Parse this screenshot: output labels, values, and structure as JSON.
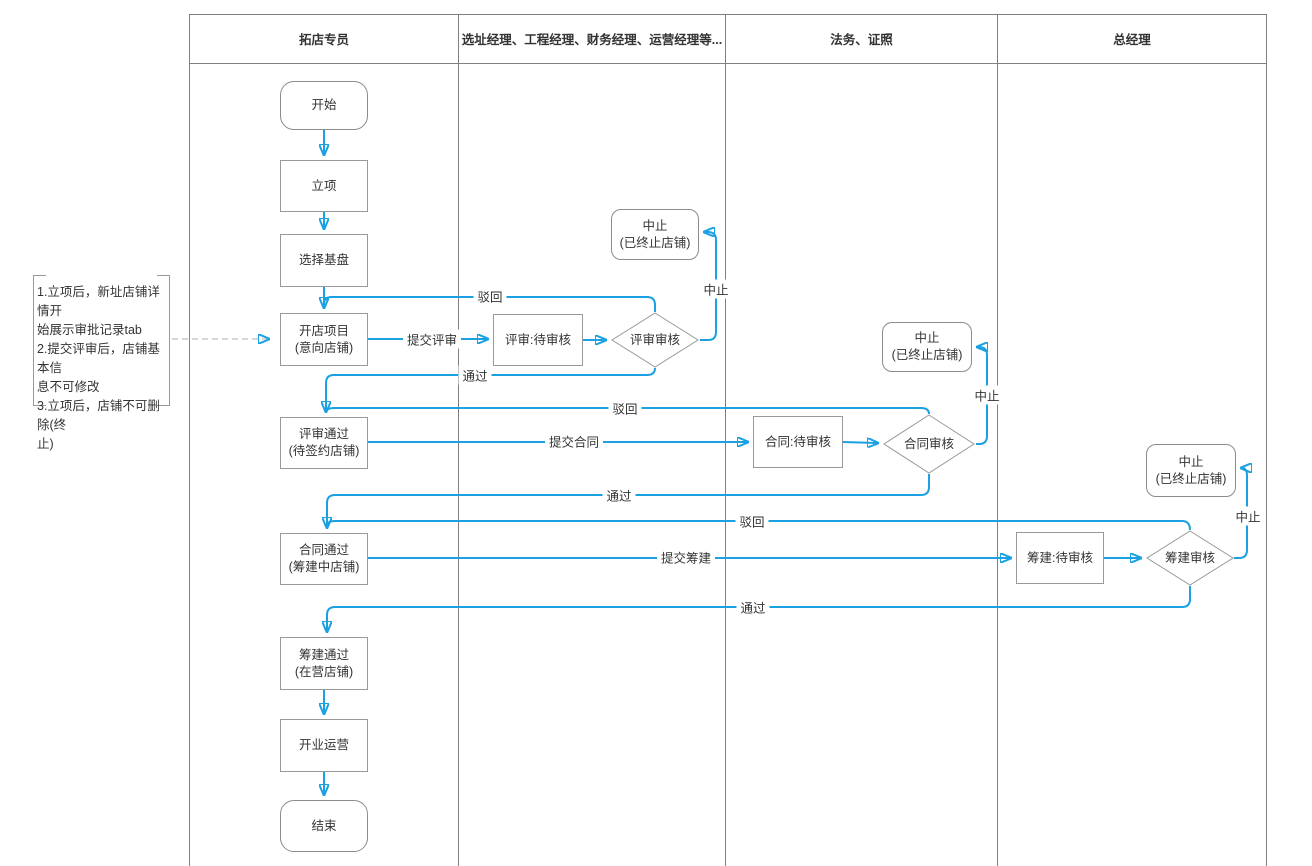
{
  "lanes": [
    {
      "label": "拓店专员"
    },
    {
      "label": "选址经理、工程经理、财务经理、运营经理等..."
    },
    {
      "label": "法务、证照"
    },
    {
      "label": "总经理"
    }
  ],
  "nodes": {
    "start": {
      "label": "开始"
    },
    "project_init": {
      "label": "立项"
    },
    "select_base": {
      "label": "选择基盘"
    },
    "open_project": {
      "label": "开店项目",
      "sub": "(意向店铺)"
    },
    "review_pending": {
      "label": "评审:待审核"
    },
    "review_audit": {
      "label": "评审审核"
    },
    "review_abort": {
      "label": "中止",
      "sub": "(已终止店铺)"
    },
    "review_passed": {
      "label": "评审通过",
      "sub": "(待签约店铺)"
    },
    "contract_pending": {
      "label": "合同:待审核"
    },
    "contract_audit": {
      "label": "合同审核"
    },
    "contract_abort": {
      "label": "中止",
      "sub": "(已终止店铺)"
    },
    "contract_passed": {
      "label": "合同通过",
      "sub": "(筹建中店铺)"
    },
    "build_pending": {
      "label": "筹建:待审核"
    },
    "build_audit": {
      "label": "筹建审核"
    },
    "build_abort": {
      "label": "中止",
      "sub": "(已终止店铺)"
    },
    "build_passed": {
      "label": "筹建通过",
      "sub": "(在营店铺)"
    },
    "operation": {
      "label": "开业运营"
    },
    "end": {
      "label": "结束"
    }
  },
  "edge_labels": {
    "submit_review": "提交评审",
    "review_reject": "驳回",
    "review_pass": "通过",
    "review_abort": "中止",
    "submit_contract": "提交合同",
    "contract_reject": "驳回",
    "contract_pass": "通过",
    "contract_abort": "中止",
    "submit_build": "提交筹建",
    "build_reject": "驳回",
    "build_pass": "通过",
    "build_abort": "中止"
  },
  "annotation": {
    "lines": [
      "1.立项后，新址店铺详情开",
      "始展示审批记录tab",
      "2.提交评审后，店铺基本信",
      "息不可修改",
      "3.立项后，店铺不可删除(终",
      "止)"
    ]
  },
  "colors": {
    "flow": "#1BA1E2",
    "lane_border": "#7f7f7f",
    "shape_border": "#999999",
    "text": "#333333",
    "annotation_arrow": "#c9c9c9"
  }
}
